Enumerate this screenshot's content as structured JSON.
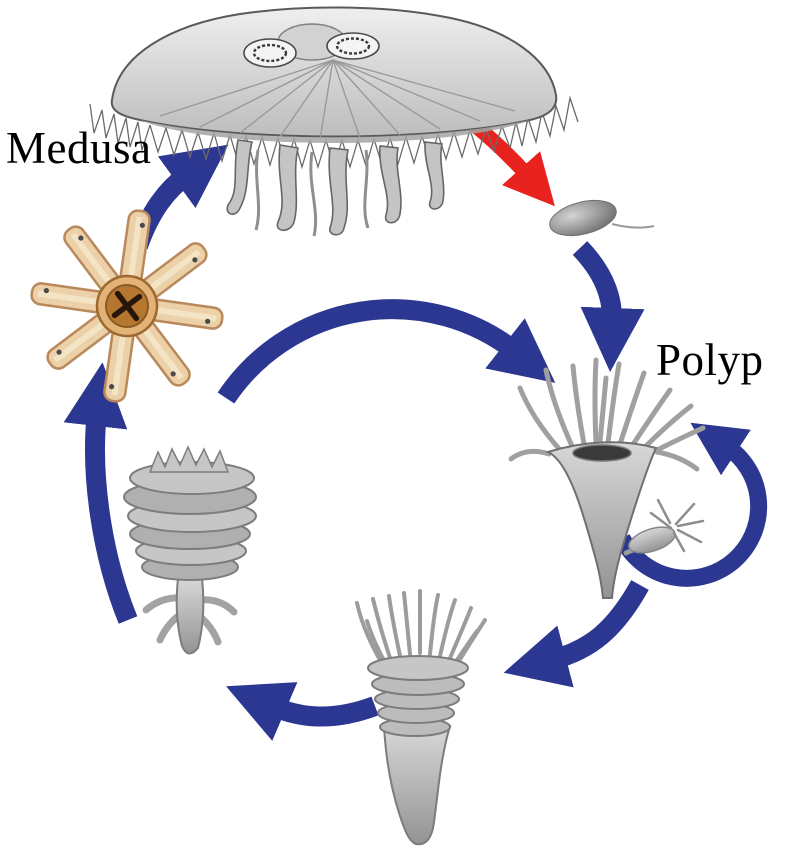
{
  "diagram": {
    "title": "Jellyfish Life Cycle",
    "background": "#ffffff",
    "labels": {
      "medusa": "Medusa",
      "polyp": "Polyp"
    },
    "stages": [
      "medusa",
      "planula-larva",
      "polyp",
      "budding-polyp",
      "early-strobila",
      "strobila",
      "ephyra"
    ],
    "arrows": [
      {
        "id": "medusa-to-planula",
        "color": "#e8231f"
      },
      {
        "id": "planula-to-polyp",
        "color": "#2c3792"
      },
      {
        "id": "polyp-budding-loop",
        "color": "#2c3792"
      },
      {
        "id": "inner-cycle-arc",
        "color": "#2c3792"
      },
      {
        "id": "polyp-to-early-strobila",
        "color": "#2c3792"
      },
      {
        "id": "early-strobila-to-strobila",
        "color": "#2c3792"
      },
      {
        "id": "strobila-to-ephyra",
        "color": "#2c3792"
      },
      {
        "id": "ephyra-to-medusa",
        "color": "#2c3792"
      }
    ],
    "colors": {
      "cycle_arrow_blue": "#2c3792",
      "release_arrow_red": "#e8231f",
      "body_gray": "#b5b5b5",
      "ephyra_tan": "#ecd0a8",
      "label_text": "#000000"
    }
  }
}
